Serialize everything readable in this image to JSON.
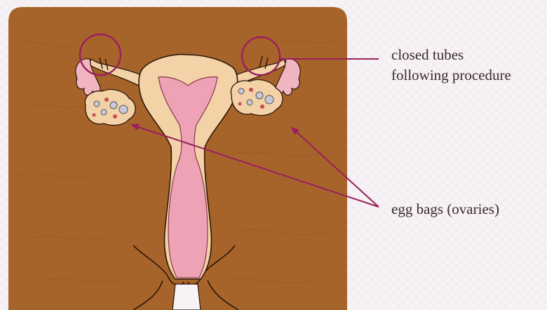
{
  "labels": {
    "closed_tubes": {
      "line1": "closed tubes",
      "line2": "following procedure"
    },
    "ovaries": {
      "text": "egg bags (ovaries)"
    }
  },
  "colors": {
    "panel_background": "#a7642a",
    "uterus_outer": "#f3d2a7",
    "uterus_inner": "#eea2b6",
    "annotation": "#9a1f5e",
    "text": "#3b2a2a"
  },
  "icons": {
    "tube_marker": "circle",
    "pointer": "arrowhead"
  }
}
